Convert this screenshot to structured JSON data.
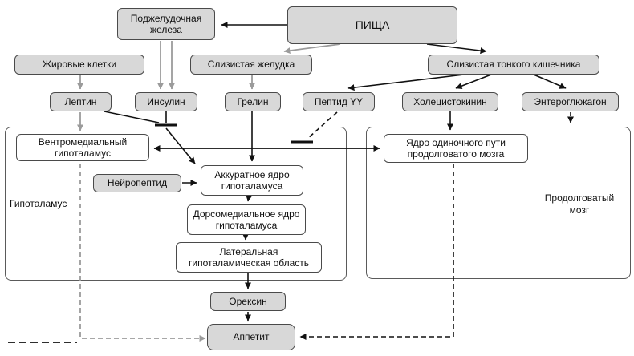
{
  "diagram": {
    "nodes": {
      "food": "ПИЩА",
      "pancreas": "Поджелудочная\nжелеза",
      "fat_cells": "Жировые клетки",
      "gastric_mucosa": "Слизистая желудка",
      "intestine_mucosa": "Слизистая тонкого кишечника",
      "leptin": "Лептин",
      "insulin": "Инсулин",
      "ghrelin": "Грелин",
      "peptide_yy": "Пептид YY",
      "cholecystokinin": "Холецистокинин",
      "enteroglucagon": "Энтероглюкагон",
      "ventromedial": "Вентромедиальный\nгипоталамус",
      "neuropeptide": "Нейропептид",
      "arcuate": "Аккуратное ядро\nгипоталамуса",
      "dorsomedial": "Дорсомедиальное ядро\nгипоталамуса",
      "lateral": "Латеральная\nгипоталамическая область",
      "solitary": "Ядро одиночного пути\nпродолговатого мозга",
      "orexin": "Орексин",
      "appetite": "Аппетит"
    },
    "regions": {
      "hypothalamus": "Гипоталамус",
      "medulla": "Продолговатый\nмозг"
    },
    "colors": {
      "node_fill": "#d8d8d8",
      "node_border": "#4a4a4a",
      "arrow_black": "#111111",
      "arrow_gray": "#9b9b9b"
    }
  }
}
